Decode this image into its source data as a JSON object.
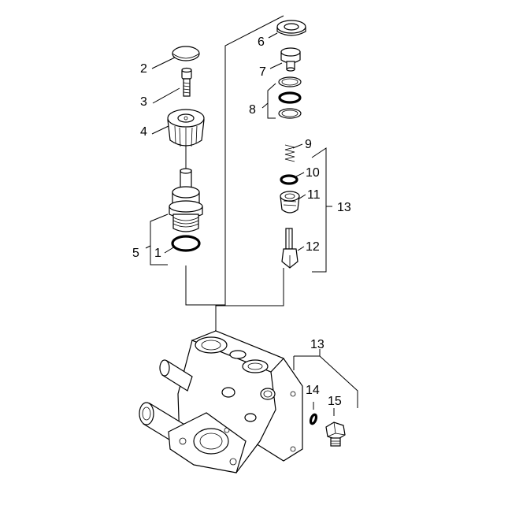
{
  "callouts": {
    "n1": "1",
    "n2": "2",
    "n3": "3",
    "n4": "4",
    "n5": "5",
    "n6": "6",
    "n7": "7",
    "n8": "8",
    "n9": "9",
    "n10": "10",
    "n11": "11",
    "n12": "12",
    "n13a": "13",
    "n13b": "13",
    "n14": "14",
    "n15": "15"
  },
  "icons": [
    "cap",
    "screw",
    "knob",
    "valve-body",
    "o-ring",
    "seal-ring",
    "plug",
    "spring",
    "valve-seat",
    "valve-stem",
    "pump-head",
    "screw-plug"
  ]
}
